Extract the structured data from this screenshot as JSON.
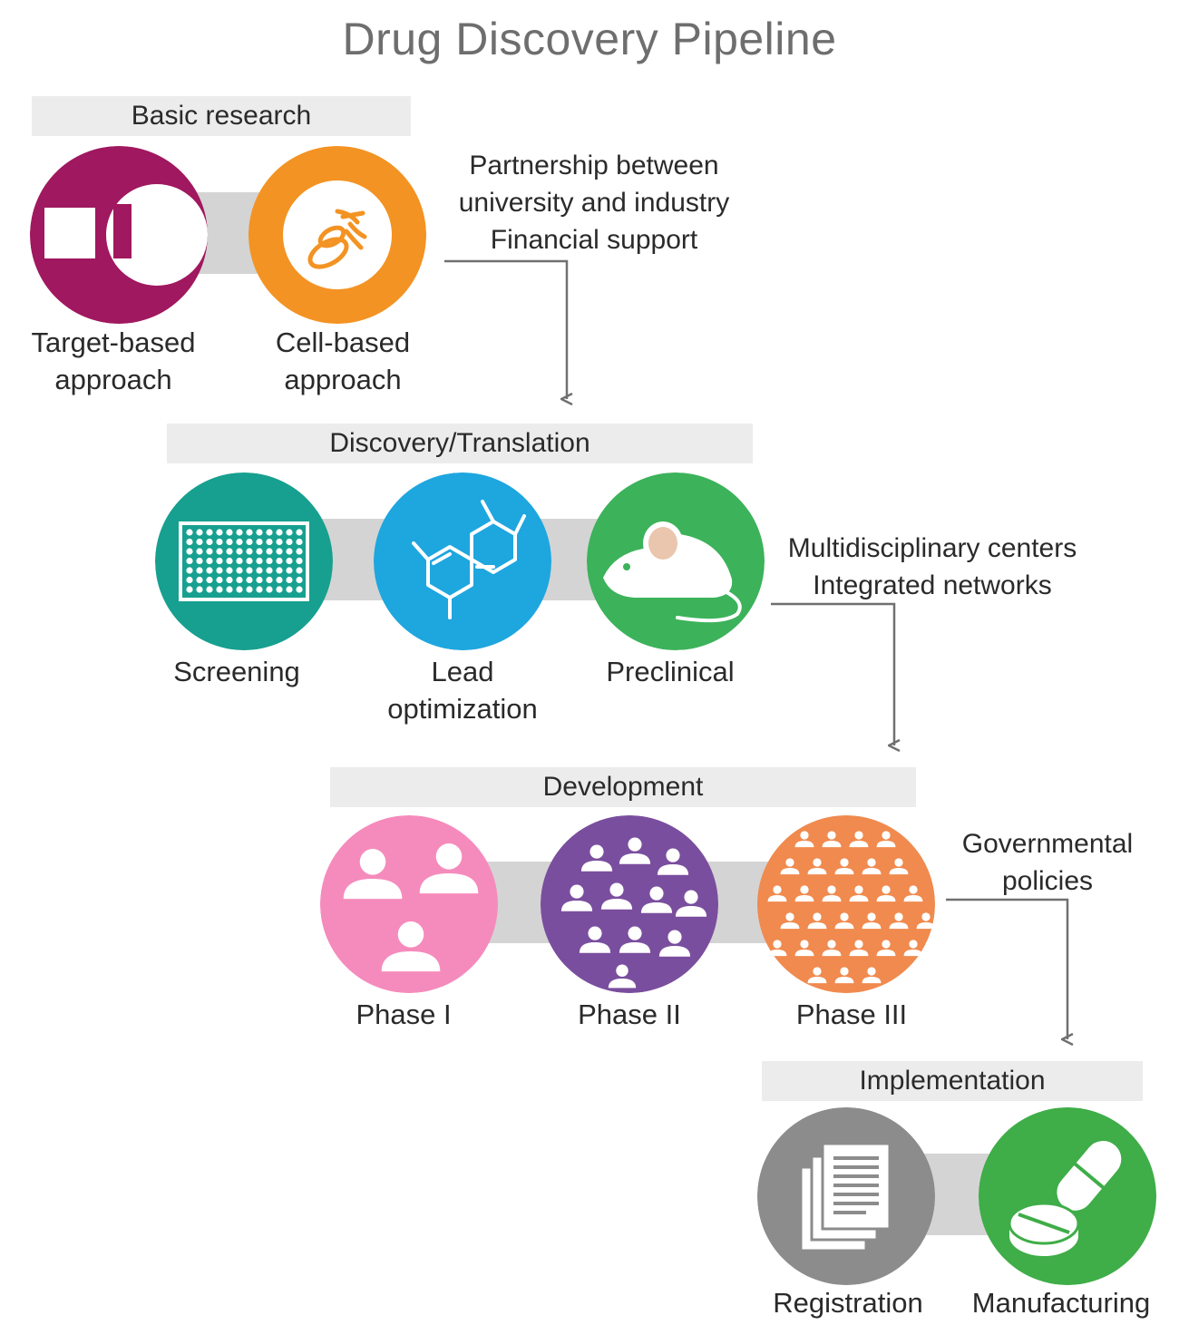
{
  "title": "Drug Discovery Pipeline",
  "colors": {
    "target": "#a0185f",
    "cell": "#f39323",
    "screening": "#17a08f",
    "lead": "#1ea6df",
    "preclinical": "#3cb25a",
    "phase1": "#f58bbc",
    "phase2": "#7a4e9e",
    "phase3": "#f08a4e",
    "registration": "#8c8c8c",
    "manufacturing": "#3fad48",
    "stage_bar": "#ececec",
    "connector": "#d4d4d4",
    "arrow": "#707070"
  },
  "stages": {
    "basic": {
      "label": "Basic research",
      "items": [
        {
          "line1": "Target-based",
          "line2": "approach",
          "icon": "target-icon"
        },
        {
          "line1": "Cell-based",
          "line2": "approach",
          "icon": "cells-icon"
        }
      ]
    },
    "discovery": {
      "label": "Discovery/Translation",
      "items": [
        {
          "line1": "Screening",
          "line2": "",
          "icon": "well-plate-icon"
        },
        {
          "line1": "Lead",
          "line2": "optimization",
          "icon": "molecule-icon"
        },
        {
          "line1": "Preclinical",
          "line2": "",
          "icon": "mouse-icon"
        }
      ]
    },
    "development": {
      "label": "Development",
      "items": [
        {
          "line1": "Phase I",
          "line2": "",
          "icon": "small-group-icon"
        },
        {
          "line1": "Phase II",
          "line2": "",
          "icon": "medium-group-icon"
        },
        {
          "line1": "Phase III",
          "line2": "",
          "icon": "large-group-icon"
        }
      ]
    },
    "implementation": {
      "label": "Implementation",
      "items": [
        {
          "line1": "Registration",
          "line2": "",
          "icon": "documents-icon"
        },
        {
          "line1": "Manufacturing",
          "line2": "",
          "icon": "pills-icon"
        }
      ]
    }
  },
  "notes": {
    "partnership": [
      "Partnership between",
      "university and industry",
      "Financial support"
    ],
    "centers": [
      "Multidisciplinary centers",
      "Integrated networks"
    ],
    "governmental": [
      "Governmental",
      "policies"
    ]
  }
}
